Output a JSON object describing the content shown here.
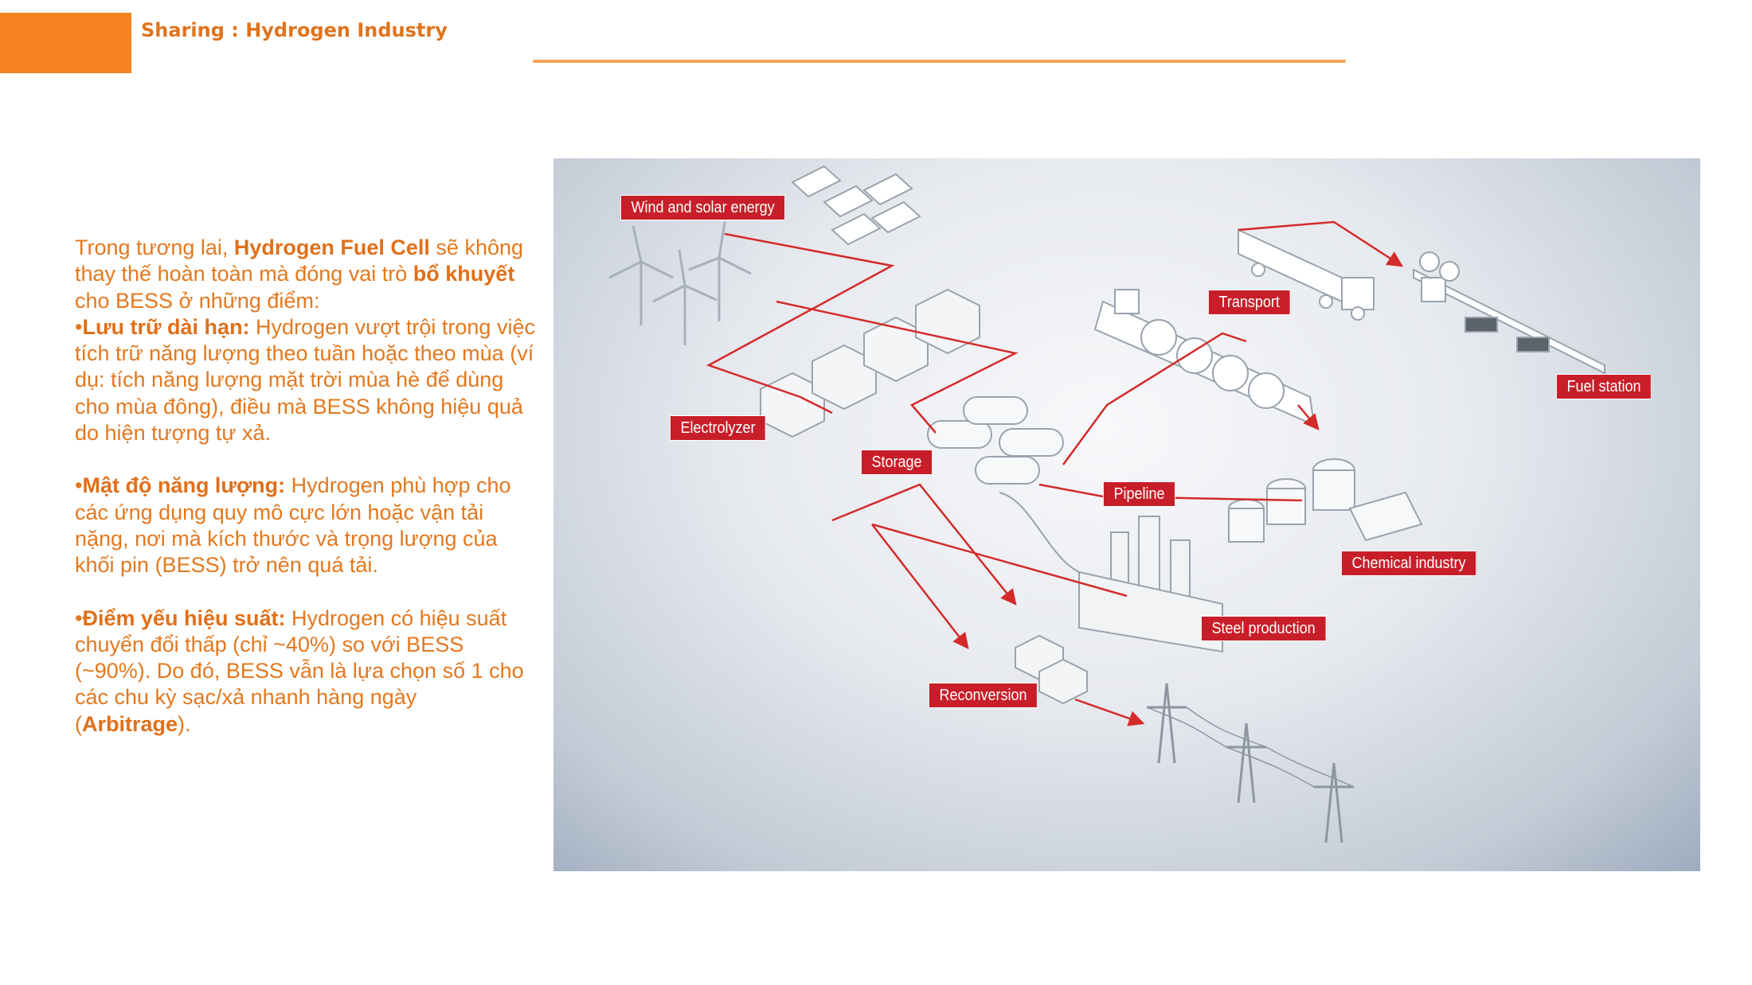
{
  "header": {
    "title": "Sharing : Hydrogen Industry",
    "accent_color": "#f58220"
  },
  "intro": {
    "part1": "Trong tương lai, ",
    "bold1": "Hydrogen Fuel Cell",
    "part2": " sẽ không thay thế hoàn toàn mà đóng vai trò ",
    "bold2": "bổ khuyết",
    "part3": " cho BESS ở những điểm:"
  },
  "points": [
    {
      "bullet": "•",
      "title": "Lưu trữ dài hạn:",
      "text": " Hydrogen vượt trội trong việc tích trữ năng lượng theo tuần hoặc theo mùa (ví dụ: tích năng lượng mặt trời mùa hè để dùng cho mùa đông), điều mà BESS không hiệu quả do hiện tượng tự xả."
    },
    {
      "bullet": "•",
      "title": "Mật độ năng lượng:",
      "text": " Hydrogen phù hợp cho các ứng dụng quy mô cực lớn hoặc vận tải nặng, nơi mà kích thước và trọng lượng của khối pin (BESS) trở nên quá tải."
    },
    {
      "bullet": "•",
      "title": "Điểm yếu hiệu suất:",
      "text_before": " Hydrogen có hiệu suất chuyển đổi thấp (chỉ ~40%) so với BESS (~90%). Do đó, BESS vẫn là lựa chọn số 1 cho các chu kỳ sạc/xả nhanh hàng ngày (",
      "bold_term": "Arbitrage",
      "text_after": ")."
    }
  ],
  "diagram": {
    "labels": {
      "wind_solar": "Wind and solar energy",
      "transport": "Transport",
      "fuel_station": "Fuel station",
      "electrolyzer": "Electrolyzer",
      "storage": "Storage",
      "pipeline": "Pipeline",
      "chemical_industry": "Chemical industry",
      "steel_production": "Steel production",
      "reconversion": "Reconversion"
    },
    "label_color": "#c81e29",
    "flow_color": "#d42a2a"
  }
}
